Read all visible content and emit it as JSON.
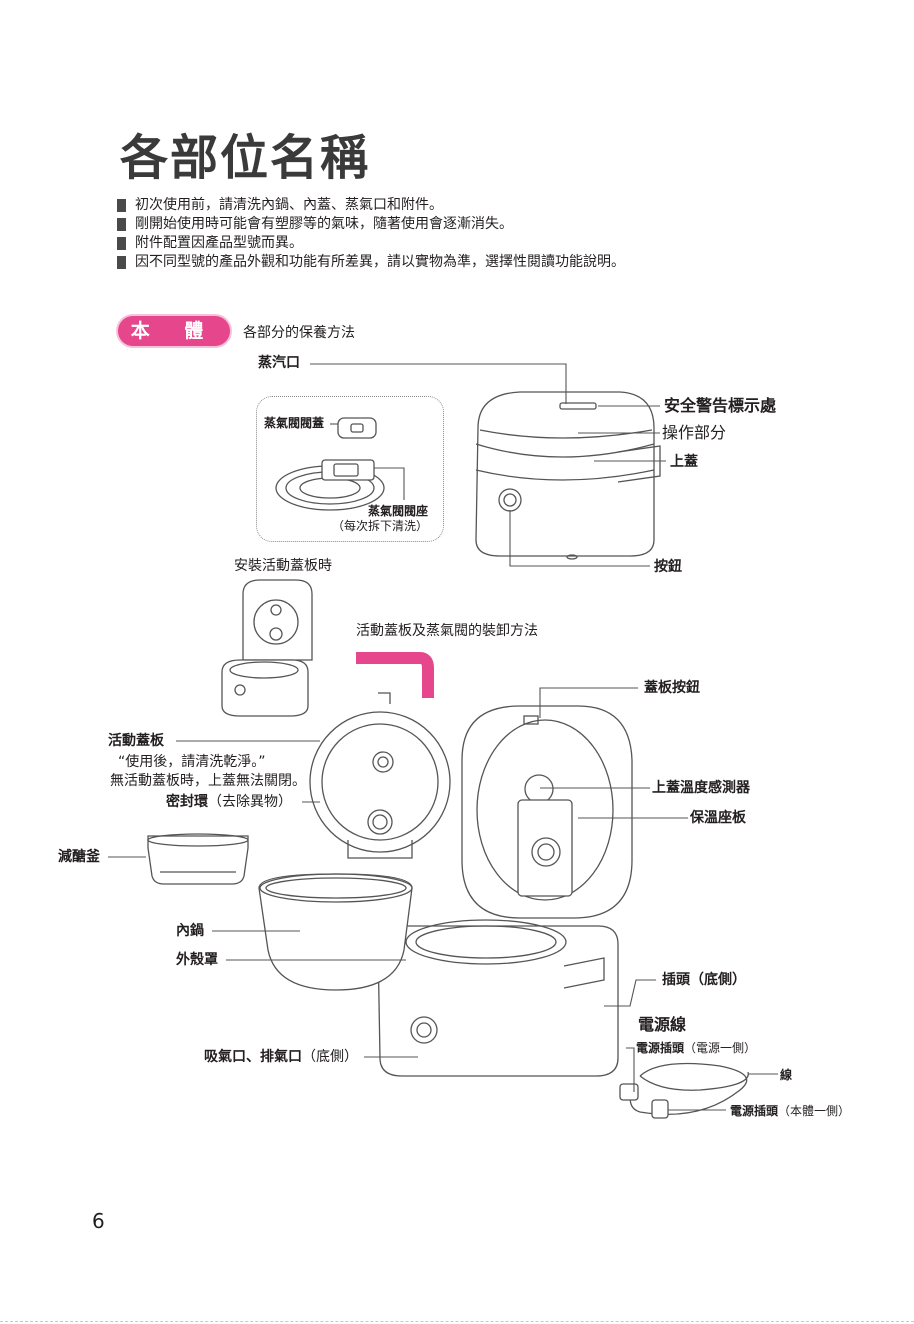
{
  "page": {
    "title": "各部位名稱",
    "page_number": "6"
  },
  "notes": [
    "初次使用前，請清洗內鍋、內蓋、蒸氣口和附件。",
    "剛開始使用時可能會有塑膠等的氣味，隨著使用會逐漸消失。",
    "附件配置因產品型號而異。",
    "因不同型號的產品外觀和功能有所差異，請以實物為準，選擇性閱讀功能說明。"
  ],
  "section": {
    "badge": "本 體",
    "subtitle": "各部分的保養方法"
  },
  "labels": {
    "steam_port": "蒸汽口",
    "valve_cap": "蒸氣閥閥蓋",
    "valve_seat": "蒸氣閥閥座",
    "valve_seat_note": "（每次拆下清洗）",
    "install_plate": "安裝活動蓋板時",
    "plate_method": "活動蓋板及蒸氣閥的裝卸方法",
    "safety_label": "安全警告標示處",
    "control_panel": "操作部分",
    "top_lid": "上蓋",
    "button": "按鈕",
    "lid_button": "蓋板按鈕",
    "lid_temp_sensor": "上蓋溫度感測器",
    "heat_plate": "保溫座板",
    "inner_lid": "活動蓋板",
    "inner_lid_note1": "“使用後，請清洗乾淨。”",
    "inner_lid_note2": "無活動蓋板時，上蓋無法關閉。",
    "seal_ring": "密封環",
    "seal_ring_note": "（去除異物）",
    "sugar_pot": "減醣釜",
    "inner_pot": "內鍋",
    "outer_shell": "外殼罩",
    "vents": "吸氣口、排氣口",
    "vents_note": "（底側）",
    "plug_socket": "插頭",
    "plug_socket_note": "（底側）",
    "power_cord": "電源線",
    "plug_power": "電源插頭",
    "plug_power_note": "（電源一側）",
    "cord": "線",
    "plug_body": "電源插頭",
    "plug_body_note": "（本體一側）"
  },
  "colors": {
    "accent": "#e6468c",
    "text": "#231f20",
    "line": "#555555"
  }
}
